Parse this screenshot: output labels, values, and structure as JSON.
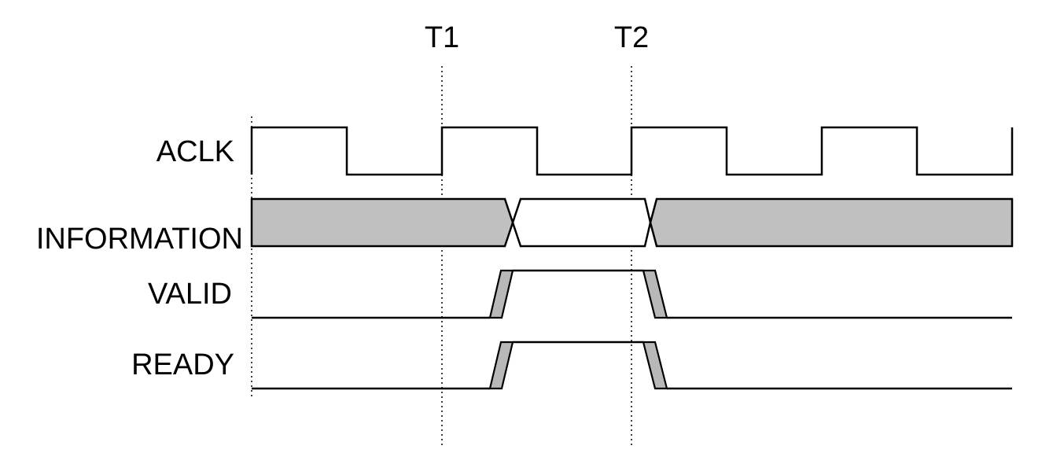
{
  "time_markers": [
    {
      "label": "T1"
    },
    {
      "label": "T2"
    }
  ],
  "signals": [
    {
      "name": "ACLK"
    },
    {
      "name": "INFORMATION"
    },
    {
      "name": "VALID"
    },
    {
      "name": "READY"
    }
  ],
  "colors": {
    "stroke": "#000000",
    "shade": "#c0c0c0",
    "background": "#ffffff"
  }
}
